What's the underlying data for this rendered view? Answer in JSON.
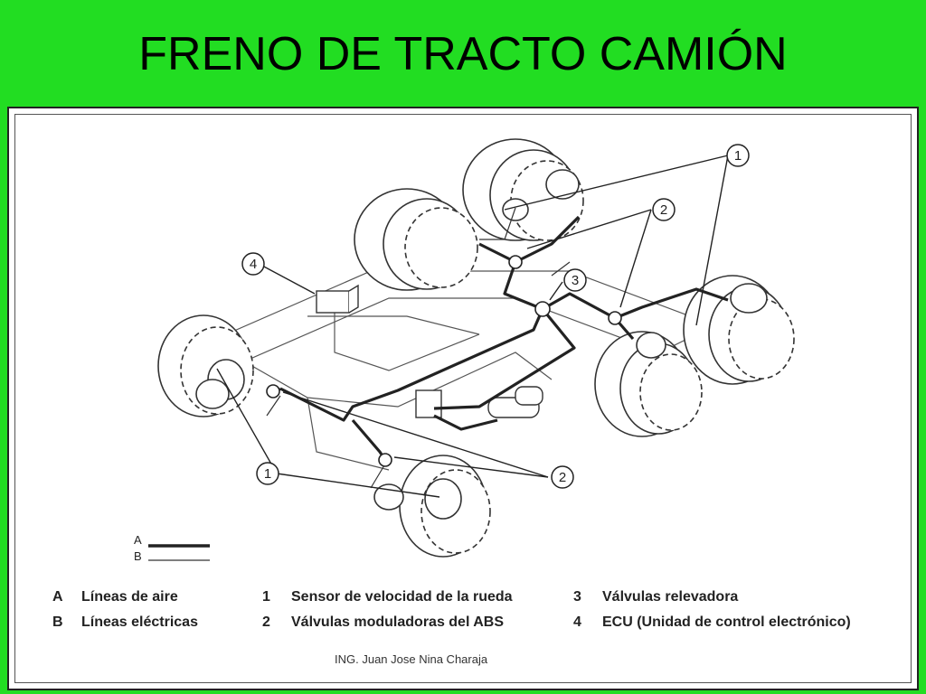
{
  "slide": {
    "title": "FRENO DE TRACTO CAMIÓN",
    "footer": "ING. Juan Jose Nina Charaja"
  },
  "diagram": {
    "callouts": [
      "1",
      "2",
      "3",
      "4",
      "2",
      "1"
    ],
    "line_key": {
      "a": "A",
      "b": "B"
    },
    "legend": [
      {
        "code": "A",
        "text": "Líneas de aire"
      },
      {
        "code": "B",
        "text": "Líneas eléctricas"
      },
      {
        "code": "1",
        "text": "Sensor de velocidad de la rueda"
      },
      {
        "code": "2",
        "text": "Válvulas moduladoras del ABS"
      },
      {
        "code": "3",
        "text": "Válvulas relevadora"
      },
      {
        "code": "4",
        "text": "ECU (Unidad de control electrónico)"
      }
    ]
  },
  "colors": {
    "background": "#22dd22",
    "line": "#222222"
  }
}
